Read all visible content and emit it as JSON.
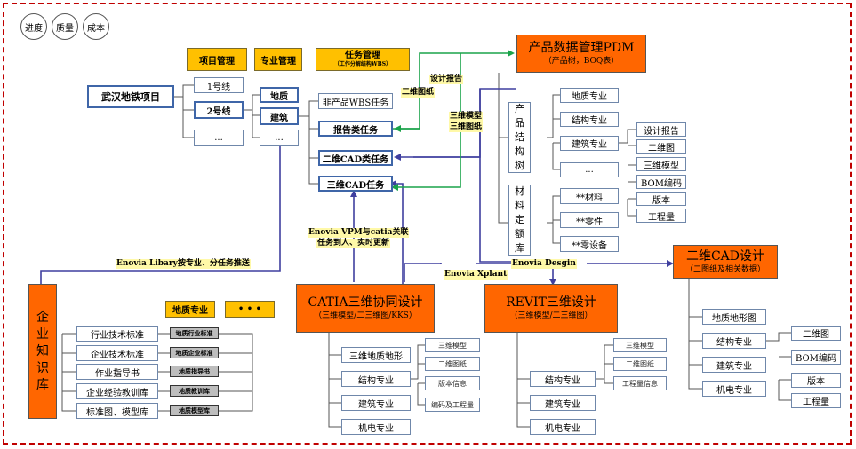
{
  "top_circles": [
    "进度",
    "质量",
    "成本"
  ],
  "headers": {
    "project_mgmt": "项目管理",
    "discipline_mgmt": "专业管理",
    "task_mgmt": "任务管理",
    "task_mgmt_sub": "（工作分解结构WBS）"
  },
  "project": {
    "name": "武汉地铁项目",
    "lines": [
      "1号线",
      "2号线",
      "..."
    ],
    "disciplines": [
      "地质",
      "建筑",
      "..."
    ]
  },
  "tasks": [
    "非产品WBS任务",
    "报告类任务",
    "二维CAD类任务",
    "三维CAD任务"
  ],
  "pdm": {
    "title": "产品数据管理PDM",
    "subtitle": "（产品树，BOQ表）",
    "product_tree": "产品结构树",
    "product_disciplines": [
      "地质专业",
      "结构专业",
      "建筑专业",
      "..."
    ],
    "building_outputs": [
      "设计报告",
      "二维图",
      "三维模型",
      "BOM编码",
      "版本",
      "工程量"
    ],
    "material_quota": "材料定额库",
    "materials": [
      "**材料",
      "**零件",
      "**零设备"
    ]
  },
  "link_labels": {
    "design_report": "设计报告",
    "drawing_2d": "二维图纸",
    "model_3d": "三维模型",
    "drawing_3d": "三维图纸",
    "enovia_vpm_1": "Enovia VPM与catia关联",
    "enovia_vpm_2": "任务到人、实时更新",
    "enovia_library": "Enovia Libary按专业、分任务推送",
    "enovia_xplant": "Enovia Xplant",
    "enovia_design": "Enovia Desgin"
  },
  "cad2d": {
    "title": "二维CAD设计",
    "subtitle": "（二图纸及相关数据）",
    "items": [
      "地质地形图",
      "结构专业",
      "建筑专业",
      "机电专业"
    ],
    "outputs": [
      "二维图",
      "BOM编码",
      "版本",
      "工程量"
    ]
  },
  "catia": {
    "title": "CATIA三维协同设计",
    "subtitle": "（三维模型/二三维图/KKS）",
    "items": [
      "三维地质地形",
      "结构专业",
      "建筑专业",
      "机电专业"
    ],
    "outputs": [
      "三维模型",
      "二维图纸",
      "版本信息",
      "编码及工程量"
    ]
  },
  "revit": {
    "title": "REVIT三维设计",
    "subtitle": "（三维模型/二三维图）",
    "items": [
      "结构专业",
      "建筑专业",
      "机电专业"
    ],
    "outputs": [
      "三维模型",
      "二维图纸",
      "工程量信息"
    ]
  },
  "knowledge": {
    "title": "企业知识库",
    "items": [
      "行业技术标准",
      "企业技术标准",
      "作业指导书",
      "企业经验教训库",
      "标准图、模型库"
    ],
    "discipline": "地质专业",
    "more": "• • •",
    "libs": [
      "地质行业标准",
      "地质企业标准",
      "地质指导书",
      "地质教训库",
      "地质模型库"
    ]
  },
  "colors": {
    "orange": "#ff6600",
    "gold": "#ffc000",
    "arrow_blue": "#3f3f9f",
    "arrow_green": "#1aa34a",
    "frame_red": "#c00000"
  }
}
